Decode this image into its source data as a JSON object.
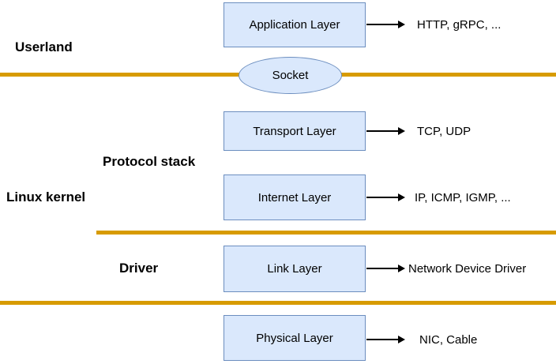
{
  "colors": {
    "background": "#ffffff",
    "box_fill": "#dae8fc",
    "box_border": "#6c8ebf",
    "divider": "#d79b00",
    "arrow": "#000000",
    "text": "#000000"
  },
  "section_labels": {
    "userland": "Userland",
    "protocol_stack": "Protocol stack",
    "linux_kernel": "Linux kernel",
    "driver": "Driver"
  },
  "socket": {
    "label": "Socket"
  },
  "layers": [
    {
      "name": "Application Layer",
      "examples": "HTTP, gRPC, ..."
    },
    {
      "name": "Transport Layer",
      "examples": "TCP, UDP"
    },
    {
      "name": "Internet Layer",
      "examples": "IP, ICMP, IGMP, ..."
    },
    {
      "name": "Link Layer",
      "examples": "Network Device Driver"
    },
    {
      "name": "Physical Layer",
      "examples": "NIC, Cable"
    }
  ]
}
